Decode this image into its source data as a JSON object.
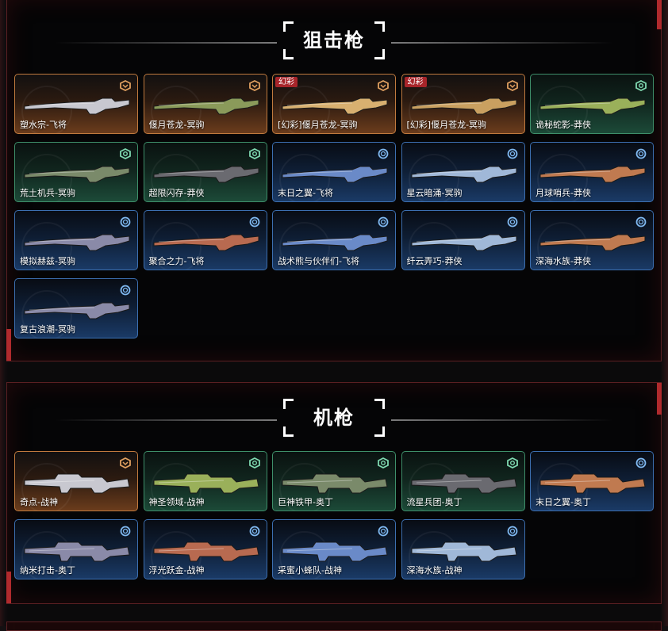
{
  "sections": [
    {
      "title": "狙击枪",
      "cards": [
        {
          "name": "塑水宗-飞将",
          "tier": "gold",
          "tag": ""
        },
        {
          "name": "偃月苍龙-冥驹",
          "tier": "gold",
          "tag": ""
        },
        {
          "name": "[幻彩]偃月苍龙-冥驹",
          "tier": "gold",
          "tag": "幻彩"
        },
        {
          "name": "[幻彩]偃月苍龙-冥驹",
          "tier": "gold",
          "tag": "幻彩"
        },
        {
          "name": "诡秘蛇影-莽侠",
          "tier": "green",
          "tag": ""
        },
        {
          "name": "荒土机兵-冥驹",
          "tier": "green",
          "tag": ""
        },
        {
          "name": "超限闪存-莽侠",
          "tier": "green",
          "tag": ""
        },
        {
          "name": "末日之翼-飞将",
          "tier": "blue",
          "tag": ""
        },
        {
          "name": "星云暗涌-冥驹",
          "tier": "blue",
          "tag": ""
        },
        {
          "name": "月球哨兵-莽侠",
          "tier": "blue",
          "tag": ""
        },
        {
          "name": "模拟赫兹-冥驹",
          "tier": "blue",
          "tag": ""
        },
        {
          "name": "聚合之力-飞将",
          "tier": "blue",
          "tag": ""
        },
        {
          "name": "战术熊与伙伴们-飞将",
          "tier": "blue",
          "tag": ""
        },
        {
          "name": "纤云弄巧-莽侠",
          "tier": "blue",
          "tag": ""
        },
        {
          "name": "深海水族-莽侠",
          "tier": "blue",
          "tag": ""
        },
        {
          "name": "复古浪潮-冥驹",
          "tier": "blue",
          "tag": ""
        }
      ]
    },
    {
      "title": "机枪",
      "cards": [
        {
          "name": "奇点-战神",
          "tier": "gold",
          "tag": ""
        },
        {
          "name": "神圣领域-战神",
          "tier": "green",
          "tag": ""
        },
        {
          "name": "巨神铁甲-奥丁",
          "tier": "green",
          "tag": ""
        },
        {
          "name": "流星兵团-奥丁",
          "tier": "green",
          "tag": ""
        },
        {
          "name": "末日之翼-奥丁",
          "tier": "blue",
          "tag": ""
        },
        {
          "name": "纳米打击-奥丁",
          "tier": "blue",
          "tag": ""
        },
        {
          "name": "浮光跃金-战神",
          "tier": "blue",
          "tag": ""
        },
        {
          "name": "采蜜小蜂队-战神",
          "tier": "blue",
          "tag": ""
        },
        {
          "name": "深海水族-战神",
          "tier": "blue",
          "tag": ""
        }
      ]
    }
  ],
  "colors": {
    "gold": "#c07a3e",
    "green": "#3e8f6a",
    "blue": "#3c6fb0",
    "accent": "#b02a2d"
  }
}
